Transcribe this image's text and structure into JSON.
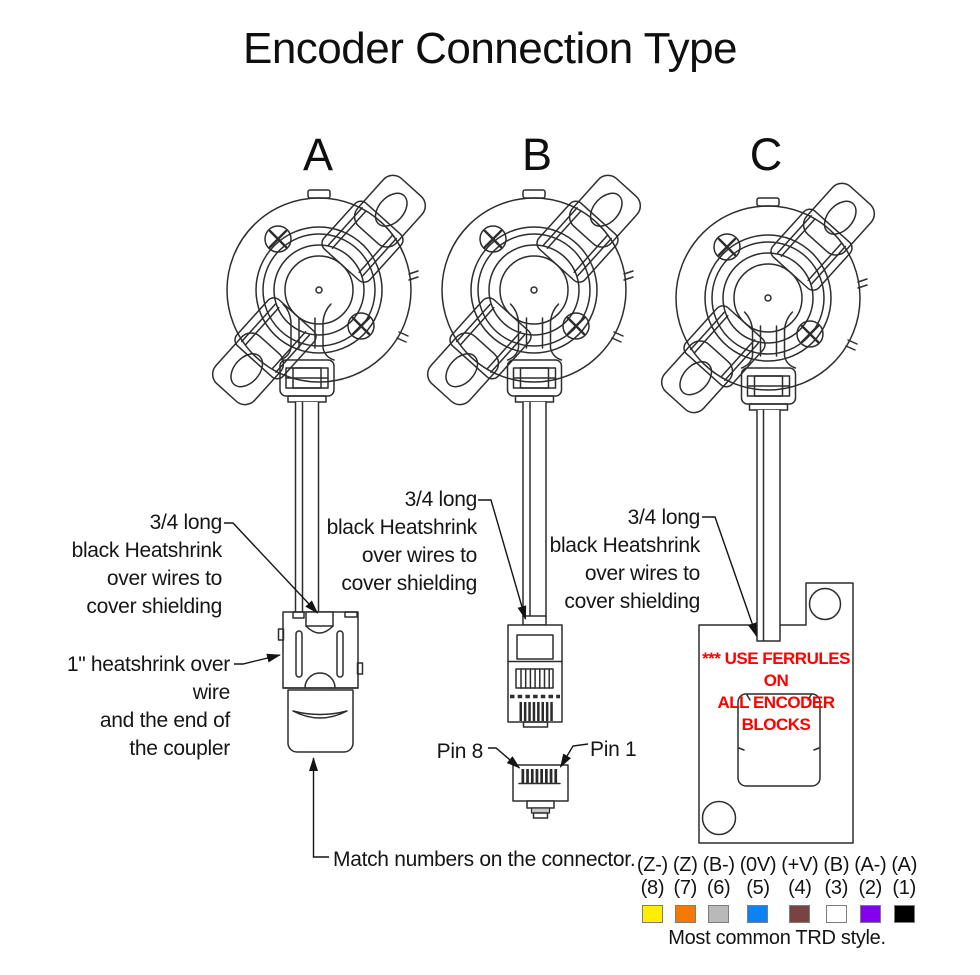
{
  "title": "Encoder Connection Type",
  "types": {
    "a": "A",
    "b": "B",
    "c": "C"
  },
  "annotations": {
    "heatshrink_note": {
      "l1": "3/4 long",
      "l2": "black Heatshrink",
      "l3": "over wires to",
      "l4": "cover shielding"
    },
    "coupler_note": {
      "l1": "1\" heatshrink over wire",
      "l2": "and the end of",
      "l3": "the coupler"
    },
    "match_note": "Match numbers on the connector.",
    "pin8": "Pin 8",
    "pin1": "Pin 1",
    "ferrule_warning": {
      "l1": "*** USE FERRULES ON",
      "l2": "ALL ENCODER BLOCKS",
      "color": "#ff0000"
    }
  },
  "legend": {
    "columns": [
      {
        "signal": "(Z-)",
        "pin": "(8)",
        "color": "#ffee00",
        "name": "yellow"
      },
      {
        "signal": "(Z)",
        "pin": "(7)",
        "color": "#f57900",
        "name": "orange"
      },
      {
        "signal": "(B-)",
        "pin": "(6)",
        "color": "#b9b9b9",
        "name": "gray"
      },
      {
        "signal": "(0V)",
        "pin": "(5)",
        "color": "#0e82f0",
        "name": "blue"
      },
      {
        "signal": "(+V)",
        "pin": "(4)",
        "color": "#7a4343",
        "name": "brown"
      },
      {
        "signal": "(B)",
        "pin": "(3)",
        "color": "#ffffff",
        "name": "white"
      },
      {
        "signal": "(A-)",
        "pin": "(2)",
        "color": "#8400f0",
        "name": "violet"
      },
      {
        "signal": "(A)",
        "pin": "(1)",
        "color": "#000000",
        "name": "black"
      }
    ],
    "caption": "Most common TRD style."
  }
}
